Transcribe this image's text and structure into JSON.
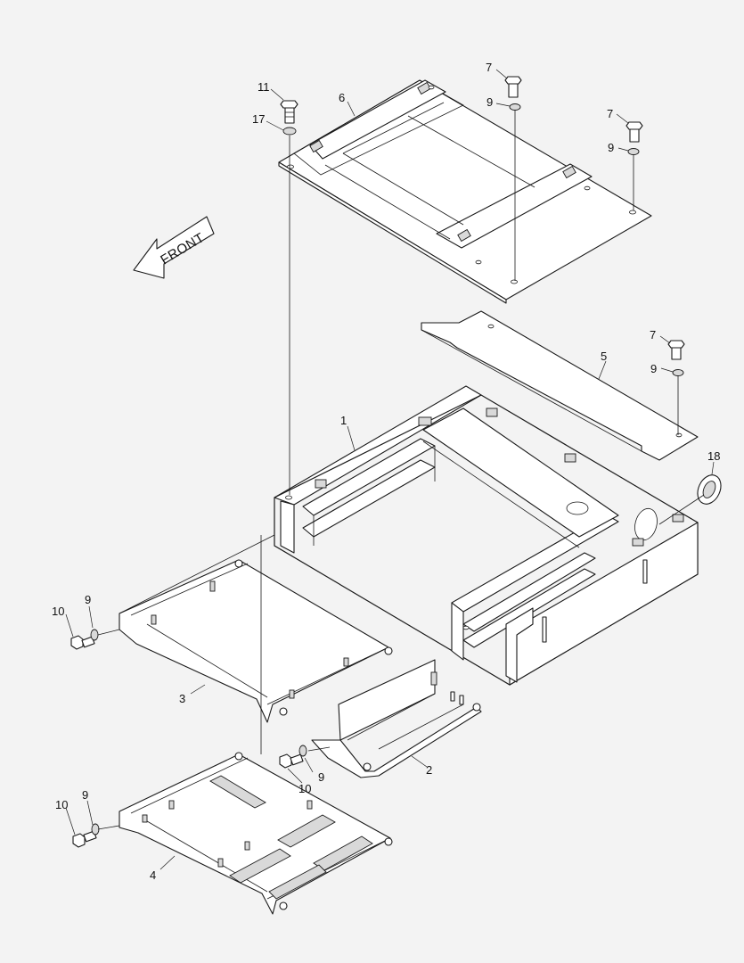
{
  "front_label": "FRONT",
  "callouts": {
    "c1": "1",
    "c2": "2",
    "c3": "3",
    "c4": "4",
    "c5": "5",
    "c6": "6",
    "c7a": "7",
    "c7b": "7",
    "c7c": "7",
    "c9a": "9",
    "c9b": "9",
    "c9c": "9",
    "c9d": "9",
    "c9e": "9",
    "c9f": "9",
    "c10a": "10",
    "c10b": "10",
    "c10c": "10",
    "c11": "11",
    "c17": "17",
    "c18": "18"
  },
  "colors": {
    "background": "#f3f3f3",
    "line": "#1a1a1a",
    "shade": "#d9d9d9"
  }
}
